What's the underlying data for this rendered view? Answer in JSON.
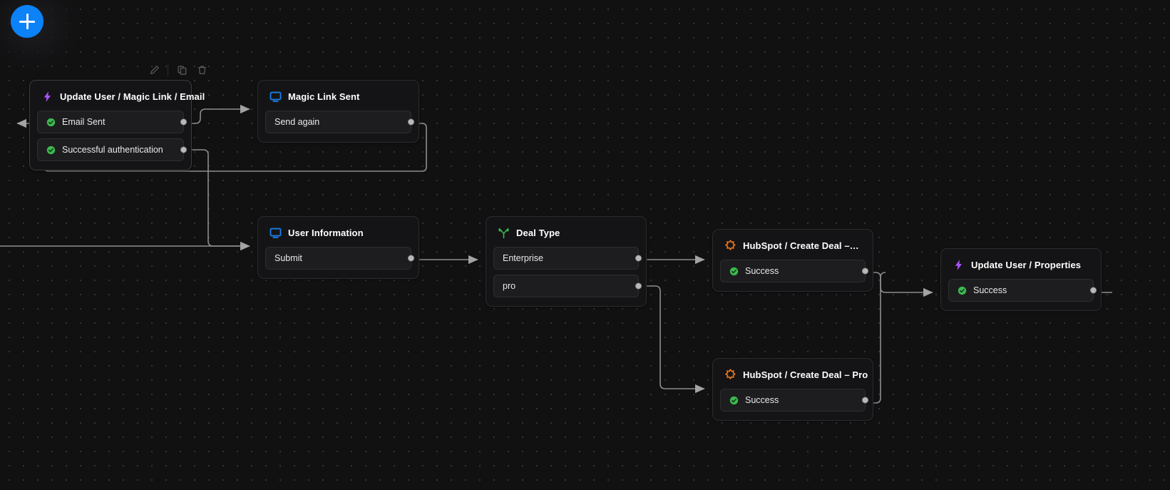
{
  "canvas": {
    "add_button": {
      "name": "add-node-button",
      "glyph": "+",
      "color": "#0b82f8"
    },
    "toolbar": {
      "edit_label": "Edit",
      "duplicate_label": "Duplicate",
      "delete_label": "Delete"
    }
  },
  "nodes": [
    {
      "id": "update-user-magic-link-email",
      "title": "Update User / Magic Link / Email",
      "icon": "bolt-icon",
      "icon_color": "#a855f7",
      "selected": true,
      "ports": [
        {
          "label": "Email Sent",
          "icon": "check-circle-icon",
          "icon_color": "#3cb950"
        },
        {
          "label": "Successful authentication",
          "icon": "check-circle-icon",
          "icon_color": "#3cb950"
        }
      ]
    },
    {
      "id": "magic-link-sent",
      "title": "Magic Link Sent",
      "icon": "screen-icon",
      "icon_color": "#1d7fe8",
      "selected": false,
      "ports": [
        {
          "label": "Send again",
          "icon": "none",
          "icon_color": ""
        }
      ]
    },
    {
      "id": "user-information",
      "title": "User Information",
      "icon": "screen-icon",
      "icon_color": "#1d7fe8",
      "selected": false,
      "ports": [
        {
          "label": "Submit",
          "icon": "none",
          "icon_color": ""
        }
      ]
    },
    {
      "id": "deal-type",
      "title": "Deal Type",
      "icon": "branch-icon",
      "icon_color": "#3cb950",
      "selected": false,
      "ports": [
        {
          "label": "Enterprise",
          "icon": "none",
          "icon_color": ""
        },
        {
          "label": "pro",
          "icon": "none",
          "icon_color": ""
        }
      ]
    },
    {
      "id": "hubspot-create-deal-enterprise",
      "title": "HubSpot / Create Deal –…",
      "icon": "hubspot-icon",
      "icon_color": "#f07818",
      "selected": false,
      "ports": [
        {
          "label": "Success",
          "icon": "check-circle-icon",
          "icon_color": "#3cb950"
        }
      ]
    },
    {
      "id": "hubspot-create-deal-pro",
      "title": "HubSpot / Create Deal – Pro",
      "icon": "hubspot-icon",
      "icon_color": "#f07818",
      "selected": false,
      "ports": [
        {
          "label": "Success",
          "icon": "check-circle-icon",
          "icon_color": "#3cb950"
        }
      ]
    },
    {
      "id": "update-user-properties",
      "title": "Update User / Properties",
      "icon": "bolt-icon",
      "icon_color": "#a855f7",
      "selected": false,
      "ports": [
        {
          "label": "Success",
          "icon": "check-circle-icon",
          "icon_color": "#3cb950"
        }
      ]
    }
  ],
  "edges": [
    {
      "from": "magic-link-sent.Send again",
      "to": "update-user-magic-link-email"
    },
    {
      "from": "update-user-magic-link-email.Email Sent",
      "to": "magic-link-sent"
    },
    {
      "from": "update-user-magic-link-email.Successful authentication",
      "to": "user-information"
    },
    {
      "from": "user-information.Submit",
      "to": "deal-type"
    },
    {
      "from": "deal-type.Enterprise",
      "to": "hubspot-create-deal-enterprise"
    },
    {
      "from": "deal-type.pro",
      "to": "hubspot-create-deal-pro"
    },
    {
      "from": "hubspot-create-deal-enterprise.Success",
      "to": "update-user-properties"
    },
    {
      "from": "hubspot-create-deal-pro.Success",
      "to": "update-user-properties"
    }
  ],
  "colors": {
    "canvas_bg": "#111112",
    "node_bg": "#141416",
    "node_border": "#2c2c2e",
    "port_bg": "#1d1d1f",
    "edge": "#9a9a9c",
    "accent_blue": "#0b82f8"
  }
}
